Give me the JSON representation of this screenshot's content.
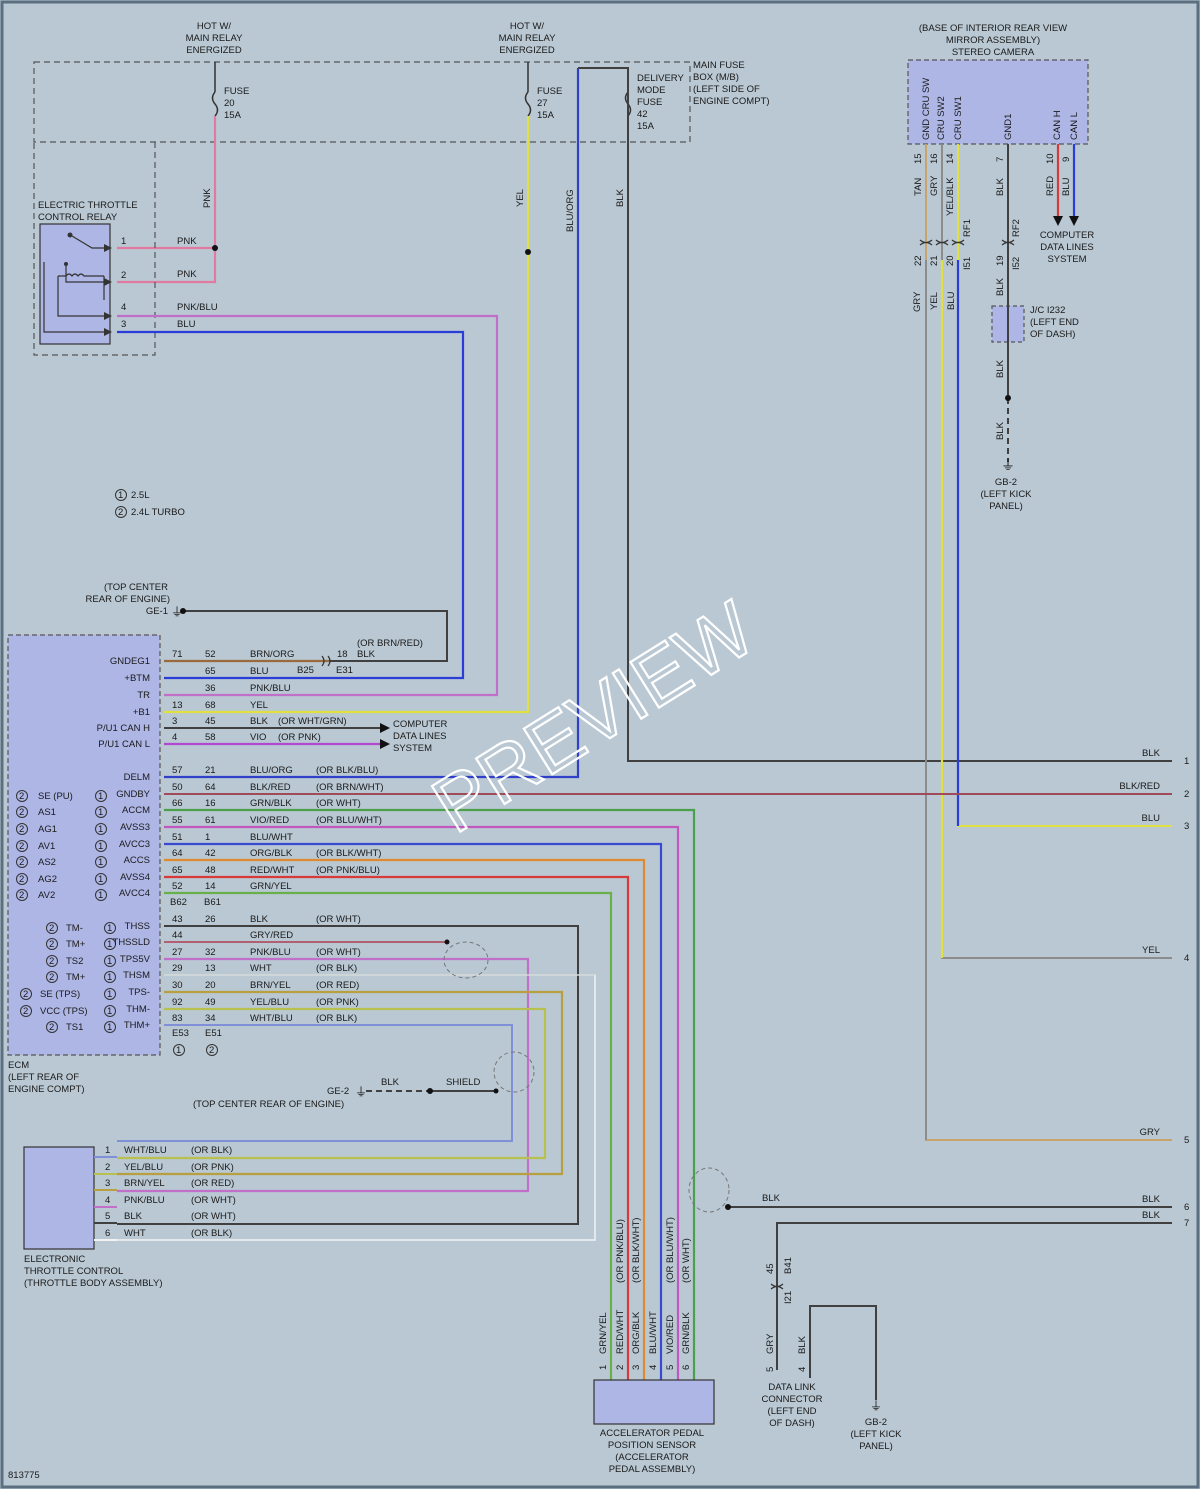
{
  "figure_id": "813775",
  "watermark": "PREVIEW",
  "power": {
    "hot1": [
      "HOT W/",
      "MAIN RELAY",
      "ENERGIZED"
    ],
    "hot2": [
      "HOT W/",
      "MAIN RELAY",
      "ENERGIZED"
    ],
    "fuse20": [
      "FUSE",
      "20",
      "15A"
    ],
    "fuse27": [
      "FUSE",
      "27",
      "15A"
    ],
    "fuse42": [
      "DELIVERY",
      "MODE",
      "FUSE",
      "42",
      "15A"
    ],
    "fusebox": [
      "MAIN FUSE",
      "BOX (M/B)",
      "(LEFT SIDE OF",
      "ENGINE COMPT)"
    ],
    "vertical_wires": [
      "PNK",
      "YEL",
      "BLU/ORG",
      "BLK"
    ]
  },
  "relay": {
    "label": [
      "ELECTRIC THROTTLE",
      "CONTROL RELAY"
    ],
    "pins": [
      {
        "num": "1",
        "wire": "PNK"
      },
      {
        "num": "2",
        "wire": "PNK"
      },
      {
        "num": "4",
        "wire": "PNK/BLU"
      },
      {
        "num": "3",
        "wire": "BLU"
      }
    ]
  },
  "camera": {
    "label": [
      "(BASE OF INTERIOR REAR VIEW",
      "MIRROR ASSEMBLY)",
      "STEREO CAMERA"
    ],
    "pins": [
      "GND CRU SW",
      "CRU SW2",
      "CRU SW1",
      "GND1",
      "CAN H",
      "CAN L"
    ],
    "pin_nums": [
      "15",
      "16",
      "14",
      "7",
      "10",
      "9"
    ],
    "wires": [
      "TAN",
      "GRY",
      "YEL/BLK",
      "BLK",
      "RED",
      "BLU"
    ],
    "conn_labels": [
      "RF1",
      "RF2"
    ],
    "conn_nums": [
      "22",
      "21",
      "20",
      "19"
    ],
    "conn2_labels": [
      "I51",
      "I52"
    ],
    "lower_wires": [
      "GRY",
      "YEL",
      "BLU",
      "BLK"
    ],
    "computer": [
      "COMPUTER",
      "DATA LINES",
      "SYSTEM"
    ],
    "jc": [
      "J/C I232",
      "(LEFT END",
      "OF DASH)"
    ],
    "ground_wires": [
      "BLK",
      "BLK"
    ],
    "ground": [
      "GB-2",
      "(LEFT KICK",
      "PANEL)"
    ]
  },
  "legend": [
    "2.5L",
    "2.4L TURBO"
  ],
  "ge1": {
    "label": [
      "(TOP CENTER",
      "REAR OF ENGINE)"
    ],
    "id": "GE-1"
  },
  "ecm": {
    "label": [
      "ECM",
      "(LEFT REAR OF",
      "ENGINE COMPT)"
    ],
    "rows_top": [
      {
        "name": "GNDEG1",
        "a": "71",
        "b": "52",
        "wire": "BRN/ORG",
        "alt": ""
      },
      {
        "name": "+BTM",
        "a": "",
        "b": "65",
        "wire": "BLU",
        "alt": ""
      },
      {
        "name": "TR",
        "a": "",
        "b": "36",
        "wire": "PNK/BLU",
        "alt": ""
      },
      {
        "name": "+B1",
        "a": "13",
        "b": "68",
        "wire": "YEL",
        "alt": ""
      },
      {
        "name": "P/U1 CAN H",
        "a": "3",
        "b": "45",
        "wire": "BLK",
        "alt": "(OR WHT/GRN)"
      },
      {
        "name": "P/U1 CAN L",
        "a": "4",
        "b": "58",
        "wire": "VIO",
        "alt": "(OR PNK)"
      }
    ],
    "ge1_splice": [
      "18",
      "BLK",
      "(OR BRN/RED)"
    ],
    "connectors_top": [
      "B25",
      "E31"
    ],
    "computer": [
      "COMPUTER",
      "DATA LINES",
      "SYSTEM"
    ],
    "rows_mid": [
      {
        "left": "",
        "right": "DELM",
        "a": "57",
        "b": "21",
        "wire": "BLU/ORG",
        "alt": "(OR BLK/BLU)"
      },
      {
        "left": "SE (PU)",
        "right": "GNDBY",
        "a": "50",
        "b": "64",
        "wire": "BLK/RED",
        "alt": "(OR BRN/WHT)"
      },
      {
        "left": "AS1",
        "right": "ACCM",
        "a": "66",
        "b": "16",
        "wire": "GRN/BLK",
        "alt": "(OR WHT)"
      },
      {
        "left": "AG1",
        "right": "AVSS3",
        "a": "55",
        "b": "61",
        "wire": "VIO/RED",
        "alt": "(OR BLU/WHT)"
      },
      {
        "left": "AV1",
        "right": "AVCC3",
        "a": "51",
        "b": "1",
        "wire": "BLU/WHT",
        "alt": ""
      },
      {
        "left": "AS2",
        "right": "ACCS",
        "a": "64",
        "b": "42",
        "wire": "ORG/BLK",
        "alt": "(OR BLK/WHT)"
      },
      {
        "left": "AG2",
        "right": "AVSS4",
        "a": "65",
        "b": "48",
        "wire": "RED/WHT",
        "alt": "(OR PNK/BLU)"
      },
      {
        "left": "AV2",
        "right": "AVCC4",
        "a": "52",
        "b": "14",
        "wire": "GRN/YEL",
        "alt": ""
      }
    ],
    "connectors_mid": [
      "B62",
      "B61"
    ],
    "rows_bot": [
      {
        "left": "TM-",
        "right": "THSS",
        "a": "43",
        "b": "26",
        "wire": "BLK",
        "alt": "(OR WHT)"
      },
      {
        "left": "TM+",
        "right": "THSSLD",
        "a": "44",
        "b": "",
        "wire": "GRY/RED",
        "alt": ""
      },
      {
        "left": "TS2",
        "right": "TPS5V",
        "a": "27",
        "b": "32",
        "wire": "PNK/BLU",
        "alt": "(OR WHT)"
      },
      {
        "left": "TM+",
        "right": "THSM",
        "a": "29",
        "b": "13",
        "wire": "WHT",
        "alt": "(OR BLK)"
      },
      {
        "left": "SE (TPS)",
        "right": "TPS-",
        "a": "30",
        "b": "20",
        "wire": "BRN/YEL",
        "alt": "(OR RED)"
      },
      {
        "left": "VCC (TPS)",
        "right": "THM-",
        "a": "92",
        "b": "49",
        "wire": "YEL/BLU",
        "alt": "(OR PNK)"
      },
      {
        "left": "TS1",
        "right": "THM+",
        "a": "83",
        "b": "34",
        "wire": "WHT/BLU",
        "alt": "(OR BLK)"
      }
    ],
    "connectors_bot": [
      "E53",
      "E51"
    ]
  },
  "ge2": {
    "id": "GE-2",
    "wire": "BLK",
    "shield": "SHIELD",
    "label": "(TOP CENTER REAR OF ENGINE)"
  },
  "etc": {
    "label": [
      "ELECTRONIC",
      "THROTTLE CONTROL",
      "(THROTTLE BODY ASSEMBLY)"
    ],
    "pins": [
      {
        "num": "1",
        "wire": "WHT/BLU",
        "alt": "(OR BLK)"
      },
      {
        "num": "2",
        "wire": "YEL/BLU",
        "alt": "(OR PNK)"
      },
      {
        "num": "3",
        "wire": "BRN/YEL",
        "alt": "(OR RED)"
      },
      {
        "num": "4",
        "wire": "PNK/BLU",
        "alt": "(OR WHT)"
      },
      {
        "num": "5",
        "wire": "BLK",
        "alt": "(OR WHT)"
      },
      {
        "num": "6",
        "wire": "WHT",
        "alt": "(OR BLK)"
      }
    ]
  },
  "app": {
    "label": [
      "ACCELERATOR PEDAL",
      "POSITION SENSOR",
      "(ACCELERATOR",
      "PEDAL ASSEMBLY)"
    ],
    "wires": [
      "GRN/YEL",
      "RED/WHT",
      "ORG/BLK",
      "BLU/WHT",
      "VIO/RED",
      "GRN/BLK"
    ],
    "alts": [
      "(OR PNK/BLU)",
      "(OR BLK/WHT)",
      "(OR BLU/WHT)",
      "(OR WHT)"
    ],
    "pins": [
      "1",
      "2",
      "3",
      "4",
      "5",
      "6"
    ]
  },
  "right_outputs": [
    {
      "wire": "BLK",
      "num": "1"
    },
    {
      "wire": "BLK/RED",
      "num": "2"
    },
    {
      "wire": "BLU",
      "num": "3"
    },
    {
      "wire": "YEL",
      "num": "4"
    },
    {
      "wire": "GRY",
      "num": "5"
    },
    {
      "wire": "BLK",
      "num": "6"
    },
    {
      "wire": "BLK",
      "num": "7"
    }
  ],
  "bottom_mid_wire": "BLK",
  "dlc": {
    "label": [
      "DATA LINK",
      "CONNECTOR",
      "(LEFT END",
      "OF DASH)"
    ],
    "conn": [
      "45",
      "B41",
      "I21"
    ],
    "wires": [
      "GRY",
      "BLK"
    ],
    "pins": [
      "5",
      "4"
    ],
    "ground": [
      "GB-2",
      "(LEFT KICK",
      "PANEL)"
    ]
  },
  "colors": {
    "pnk": "#e07aa0",
    "blu": "#2a3dd6",
    "yel": "#e0e040",
    "blk": "#404040",
    "grn": "#4ca04c",
    "org": "#e08a30",
    "red": "#d83a3a",
    "vio": "#b048d0",
    "gry": "#8c8c8c",
    "brn": "#9a6a3a",
    "wht": "#f2f2f2",
    "tan": "#c9a46a",
    "box": "#aeb6e6"
  }
}
